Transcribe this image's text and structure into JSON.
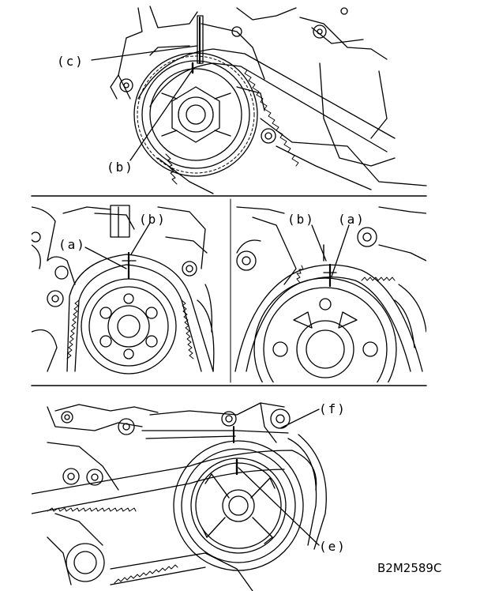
{
  "labels": {
    "panel1": {
      "c": "(c)",
      "b": "(b)"
    },
    "panel2": {
      "b_left": "(b)",
      "a_left": "(a)",
      "b_right": "(b)",
      "a_right": "(a)"
    },
    "panel3": {
      "f": "(f)",
      "e": "(e)"
    }
  },
  "figure_code": "B2M2589C",
  "colors": {
    "ink": "#000000",
    "paper": "#ffffff"
  }
}
